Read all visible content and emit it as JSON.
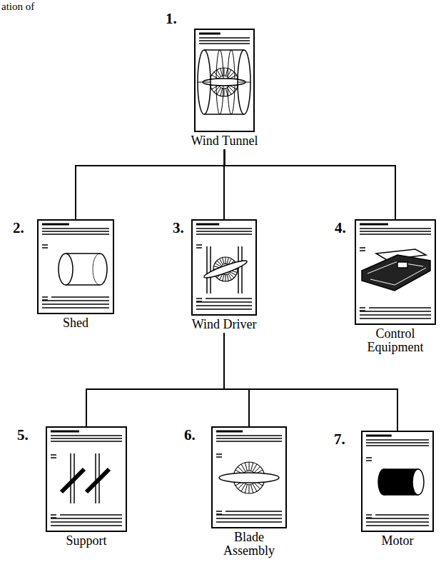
{
  "diagram": {
    "nodes": [
      {
        "text": [
          "Wind Tunnel"
        ]
      },
      {
        "text": [
          "Shed"
        ]
      },
      {
        "text": [
          "Wind Driver"
        ]
      },
      {
        "text": [
          "Control Equipment"
        ]
      },
      {
        "text": [
          "Support"
        ]
      },
      {
        "text": [
          "Blade Assembly"
        ]
      },
      {
        "text": [
          "Motor"
        ]
      }
    ],
    "edges": [
      {
        "from": 0,
        "to": 1,
        "arrow": "none"
      },
      {
        "from": 0,
        "to": 2,
        "arrow": "none"
      },
      {
        "from": 0,
        "to": 3,
        "arrow": "none"
      },
      {
        "from": 2,
        "to": 4,
        "arrow": "none"
      },
      {
        "from": 2,
        "to": 5,
        "arrow": "none"
      },
      {
        "from": 2,
        "to": 6,
        "arrow": "none"
      }
    ],
    "labels": [
      "ation of",
      "1.",
      "2.",
      "3.",
      "4.",
      "5.",
      "6.",
      "7."
    ]
  }
}
